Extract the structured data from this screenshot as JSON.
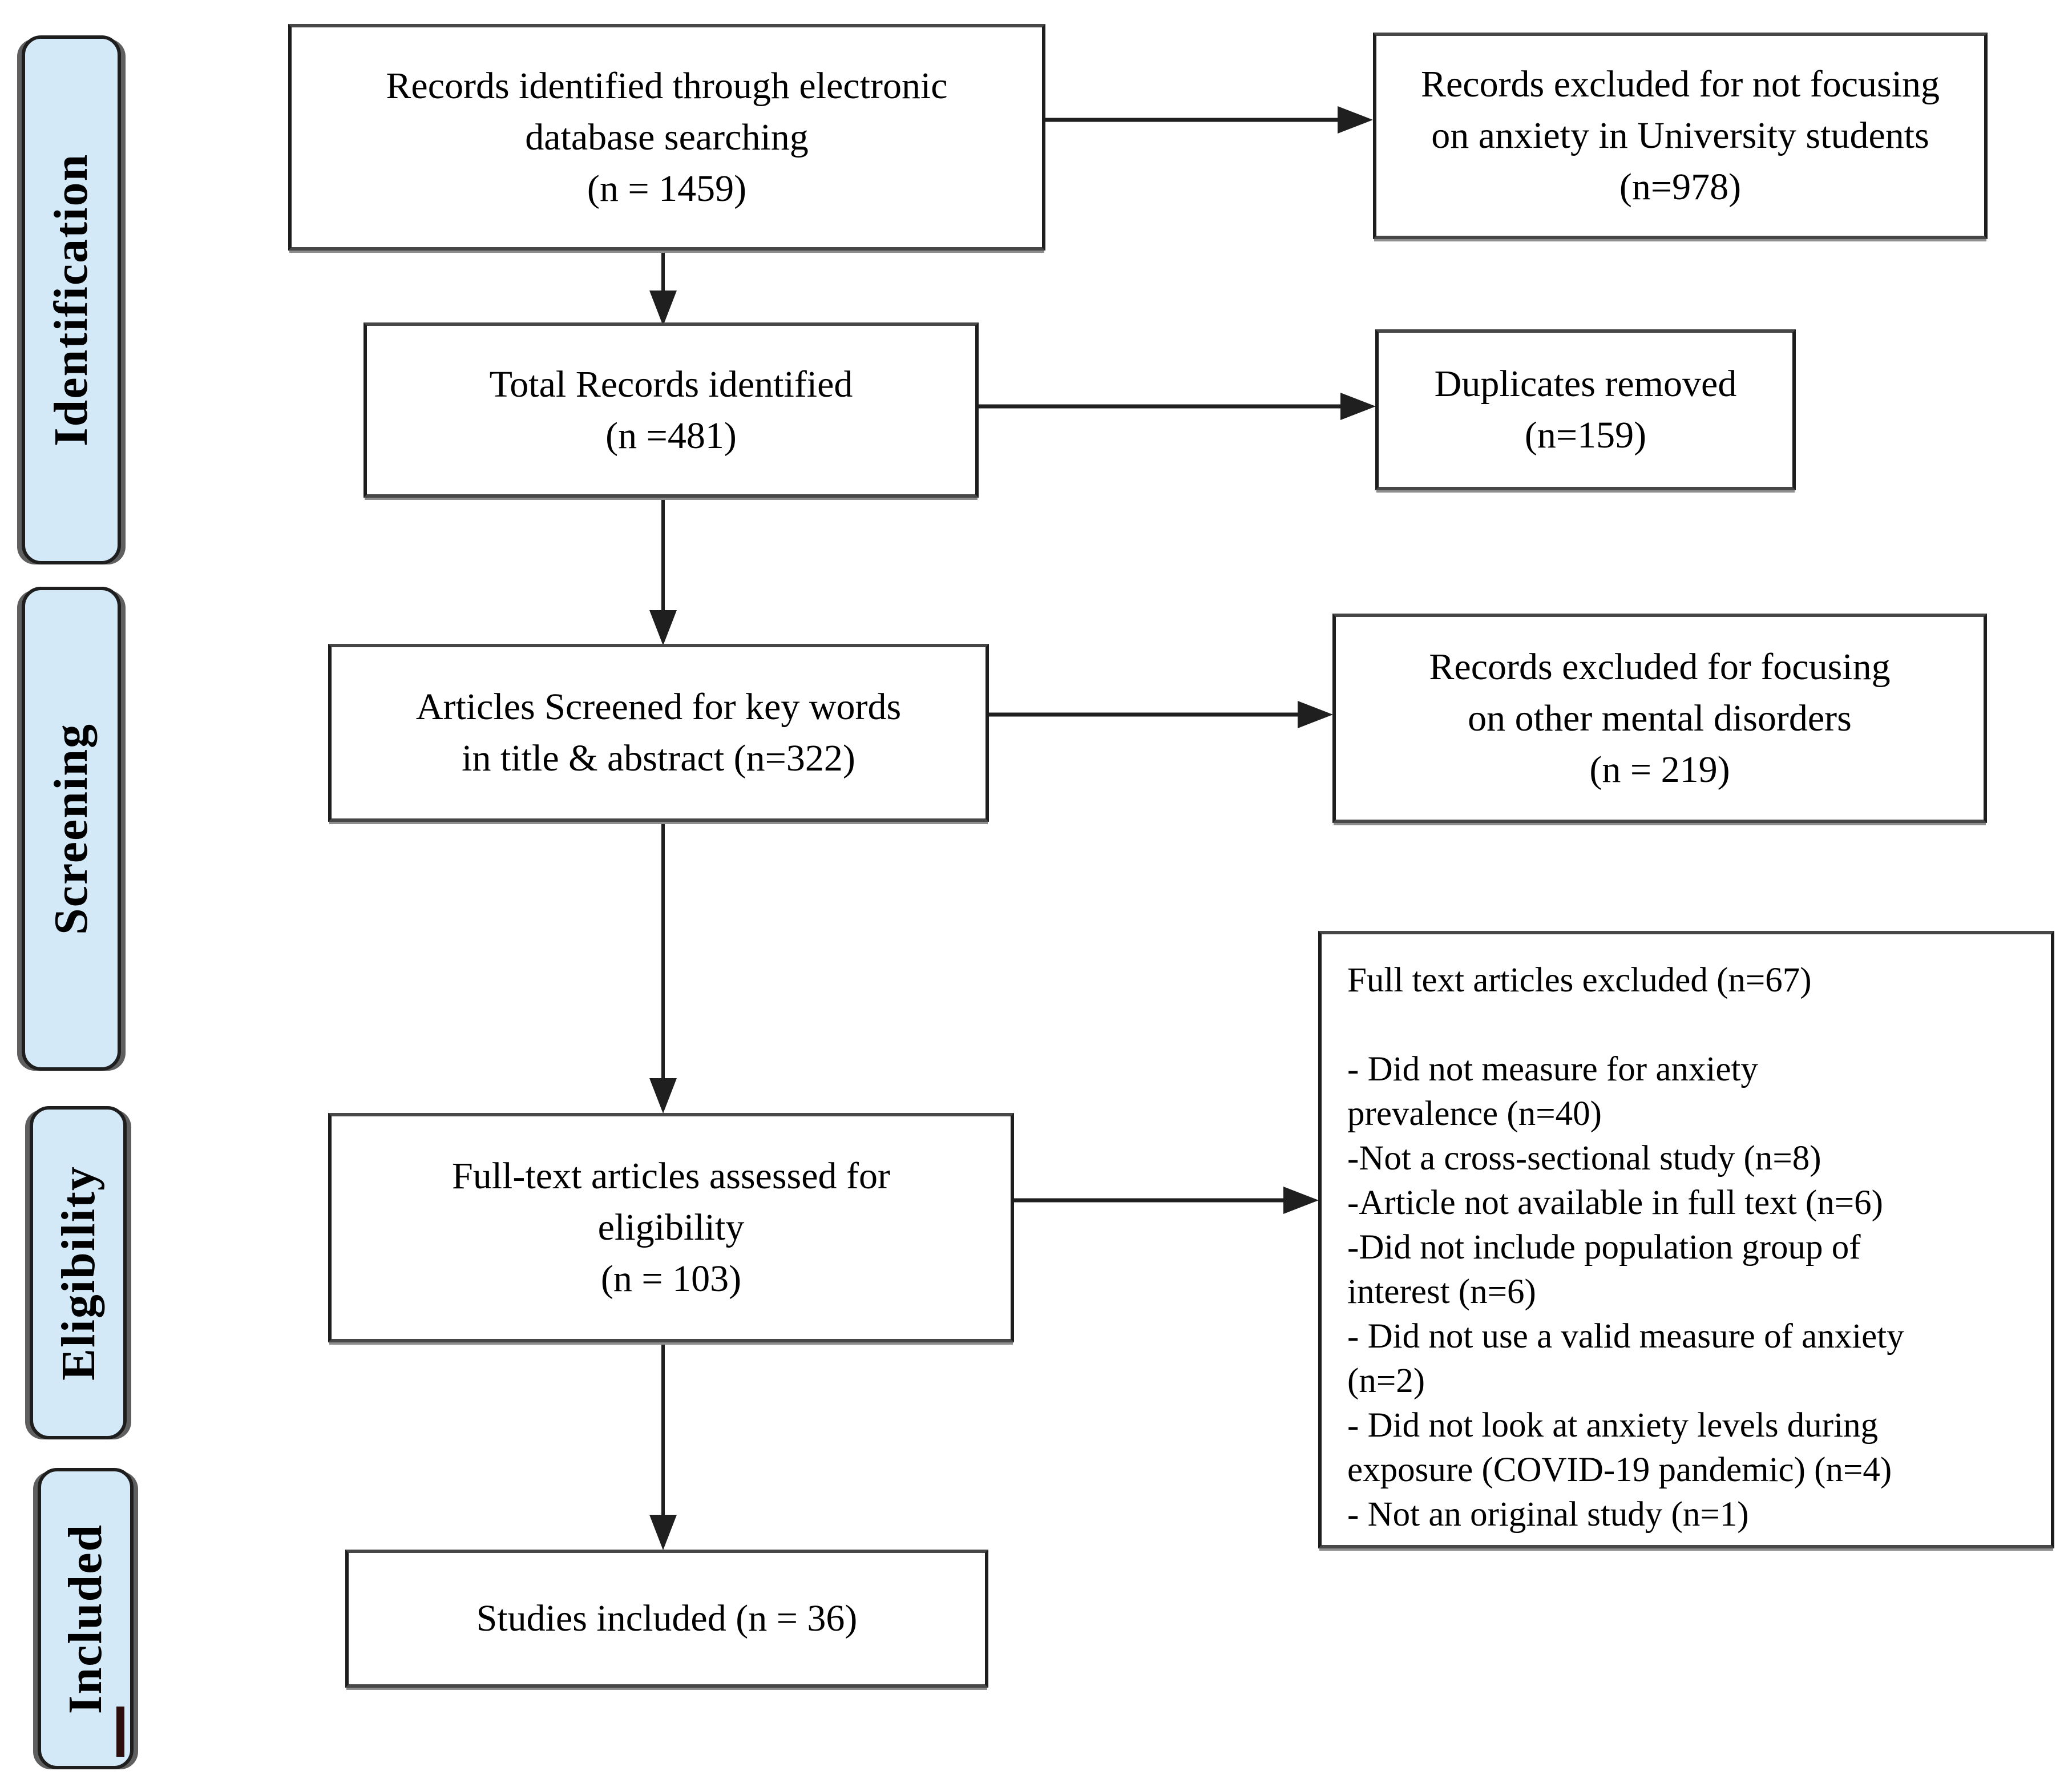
{
  "stages": [
    {
      "label": "Identification"
    },
    {
      "label": "Screening"
    },
    {
      "label": "Eligibility"
    },
    {
      "label": "Included"
    }
  ],
  "boxes": {
    "records_identified": {
      "lines": [
        "Records identified through electronic",
        "database searching",
        "(n = 1459)"
      ]
    },
    "total_records": {
      "lines": [
        "Total Records identified",
        "(n =481)"
      ]
    },
    "articles_screened": {
      "lines": [
        "Articles Screened for key words",
        "in title & abstract (n=322)"
      ]
    },
    "fulltext_assessed": {
      "lines": [
        "Full-text articles assessed for",
        "eligibility",
        "(n = 103)"
      ]
    },
    "studies_included": {
      "lines": [
        "Studies included (n = 36)"
      ]
    },
    "excluded_not_anxiety": {
      "lines": [
        "Records excluded for not focusing",
        "on anxiety in University students",
        "(n=978)"
      ]
    },
    "duplicates_removed": {
      "lines": [
        "Duplicates removed",
        "(n=159)"
      ]
    },
    "excluded_other_disorders": {
      "lines": [
        "Records excluded for focusing",
        "on other mental disorders",
        "(n = 219)"
      ]
    },
    "fulltext_excluded": {
      "lines": [
        "Full text articles excluded (n=67)",
        "",
        "- Did not measure for anxiety",
        "prevalence (n=40)",
        "-Not a cross-sectional study (n=8)",
        "-Article not available in full text (n=6)",
        "-Did not include population group of",
        "interest (n=6)",
        "- Did not use a valid measure of anxiety",
        "(n=2)",
        "-  Did not look at anxiety levels during",
        "exposure (COVID-19 pandemic) (n=4)",
        "- Not an original study (n=1)"
      ]
    }
  },
  "counts": {
    "records_identified": 1459,
    "excluded_not_focusing_on_anxiety": 978,
    "total_records_identified": 481,
    "duplicates_removed": 159,
    "articles_screened": 322,
    "excluded_other_mental_disorders": 219,
    "fulltext_assessed": 103,
    "fulltext_excluded": 67,
    "did_not_measure_anxiety_prevalence": 40,
    "not_cross_sectional": 8,
    "not_available_full_text": 6,
    "population_not_of_interest": 6,
    "no_valid_anxiety_measure": 2,
    "no_anxiety_during_exposure": 4,
    "not_original_study": 1,
    "studies_included": 36
  },
  "arrows": [
    {
      "from": "records_identified",
      "to": "excluded_not_anxiety"
    },
    {
      "from": "records_identified",
      "to": "total_records"
    },
    {
      "from": "total_records",
      "to": "duplicates_removed"
    },
    {
      "from": "total_records",
      "to": "articles_screened"
    },
    {
      "from": "articles_screened",
      "to": "excluded_other_disorders"
    },
    {
      "from": "articles_screened",
      "to": "fulltext_assessed"
    },
    {
      "from": "fulltext_assessed",
      "to": "fulltext_excluded"
    },
    {
      "from": "fulltext_assessed",
      "to": "studies_included"
    }
  ],
  "colors": {
    "stage_fill": "#d3e9f8",
    "stage_border": "#1e1e1e",
    "box_border": "#2d2d2d",
    "arrow": "#1f1f1f",
    "background": "#ffffff",
    "text": "#000000"
  }
}
